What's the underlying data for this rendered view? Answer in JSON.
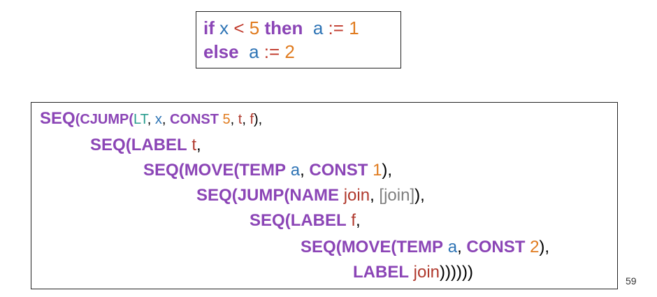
{
  "source_code": {
    "kw_if": "if",
    "var_x": "x",
    "op_lt": "<",
    "num_5": "5",
    "kw_then": "then",
    "var_a1": "a",
    "op_assign1": ":=",
    "num_1": "1",
    "kw_else": "else",
    "var_a2": "a",
    "op_assign2": ":=",
    "num_2": "2"
  },
  "ir_tree": {
    "l1": {
      "seq": "SEQ",
      "p1": "(",
      "cjump": "CJUMP",
      "p2": "(",
      "lt": "LT",
      "c1": ", ",
      "x": "x",
      "c2": ", ",
      "const": "CONST",
      "five": " 5",
      "c3": ", ",
      "t": "t",
      "c4": ", ",
      "f": "f",
      "end": "),"
    },
    "l2": {
      "seq": "SEQ",
      "p1": "(",
      "label": "LABEL",
      "t": " t",
      "end": ","
    },
    "l3": {
      "seq": "SEQ",
      "p1": "(",
      "move": "MOVE",
      "p2": "(",
      "temp": "TEMP",
      "a": " a",
      "c1": ", ",
      "const": "CONST",
      "one": " 1",
      "end": "),"
    },
    "l4": {
      "seq": "SEQ",
      "p1": "(",
      "jump": "JUMP",
      "p2": "(",
      "name": "NAME",
      "join": " join",
      "c1": ", ",
      "list": "[join]",
      "end": "),"
    },
    "l5": {
      "seq": "SEQ",
      "p1": "(",
      "label": "LABEL",
      "f": " f",
      "end": ","
    },
    "l6": {
      "seq": "SEQ",
      "p1": "(",
      "move": "MOVE",
      "p2": "(",
      "temp": "TEMP",
      "a": " a",
      "c1": ", ",
      "const": "CONST",
      "two": " 2",
      "end": "),"
    },
    "l7": {
      "label": "LABEL",
      "join": " join",
      "end": "))))))"
    }
  },
  "page_number": "59",
  "colors": {
    "keyword": "#8b45b6",
    "variable": "#2e74b5",
    "number": "#e07b1f",
    "operator": "#c0392b",
    "label": "#b03a2e",
    "lt": "#2a9d8f",
    "list": "#7f7f7f"
  }
}
